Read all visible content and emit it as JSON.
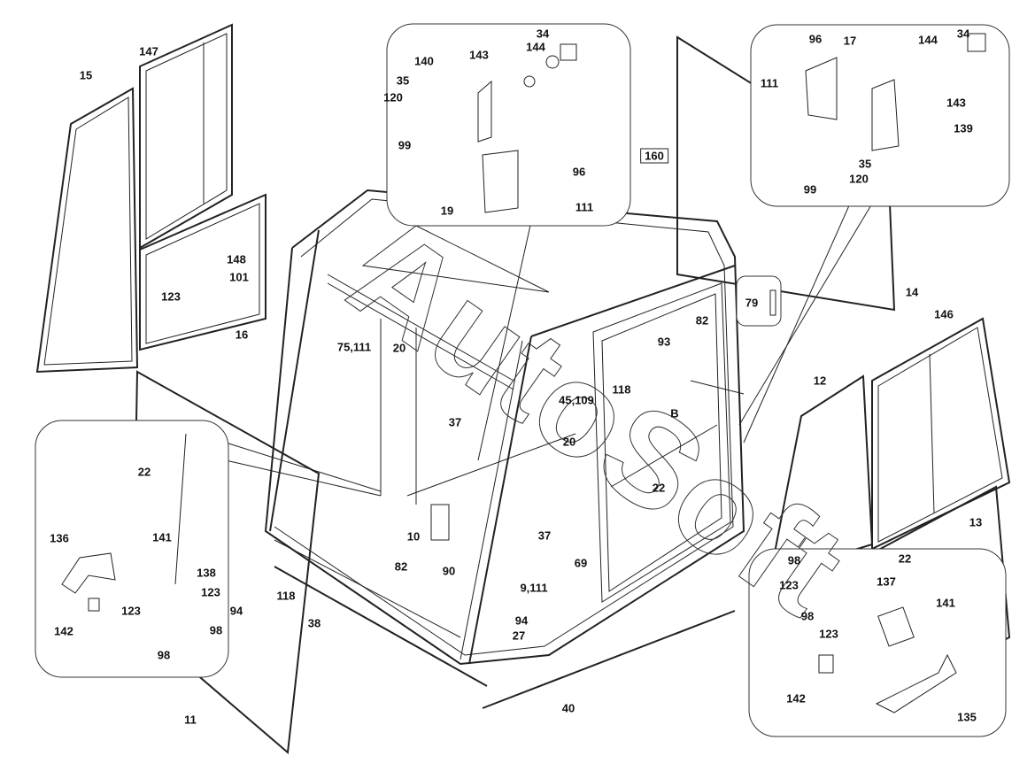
{
  "watermark": "AutoSoft",
  "labels": {
    "tl": [
      "147",
      "15",
      "148",
      "101",
      "123",
      "16"
    ],
    "tc": [
      "34",
      "144",
      "143",
      "140",
      "35",
      "120",
      "99",
      "96",
      "19",
      "111"
    ],
    "ref_box": "160",
    "tr": [
      "96",
      "17",
      "144",
      "34",
      "111",
      "143",
      "139",
      "35",
      "120",
      "99"
    ],
    "right": [
      "14",
      "146",
      "12",
      "13",
      "79",
      "82",
      "93",
      "118",
      "B",
      "22"
    ],
    "center": [
      "75,111",
      "20",
      "37",
      "45,109",
      "20",
      "10",
      "37",
      "69",
      "82",
      "90",
      "9,111",
      "94",
      "27",
      "38",
      "94",
      "118",
      "40",
      "11"
    ],
    "bl": [
      "22",
      "136",
      "141",
      "138",
      "123",
      "123",
      "98",
      "142",
      "98"
    ],
    "br": [
      "98",
      "22",
      "123",
      "137",
      "98",
      "141",
      "123",
      "142",
      "135"
    ]
  }
}
